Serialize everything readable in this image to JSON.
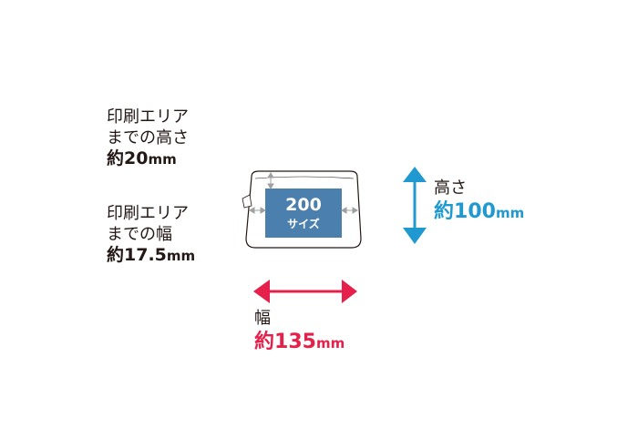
{
  "labels": {
    "top_height": {
      "line1": "印刷エリア",
      "line2": "までの高さ",
      "prefix": "約",
      "value": "20",
      "unit": "mm"
    },
    "side_width": {
      "line1": "印刷エリア",
      "line2": "までの幅",
      "prefix": "約",
      "value": "17.5",
      "unit": "mm"
    },
    "height": {
      "title": "高さ",
      "prefix": "約",
      "value": "100",
      "unit": "mm"
    },
    "width": {
      "title": "幅",
      "prefix": "約",
      "value": "135",
      "unit": "mm"
    }
  },
  "print_area": {
    "size": "200",
    "size_unit": "サイズ"
  },
  "colors": {
    "height_accent": "#1f99cf",
    "width_accent": "#e5204a",
    "print_area": "#4b7fad",
    "outline": "#231815",
    "dim_arrow": "#9fa0a0"
  }
}
